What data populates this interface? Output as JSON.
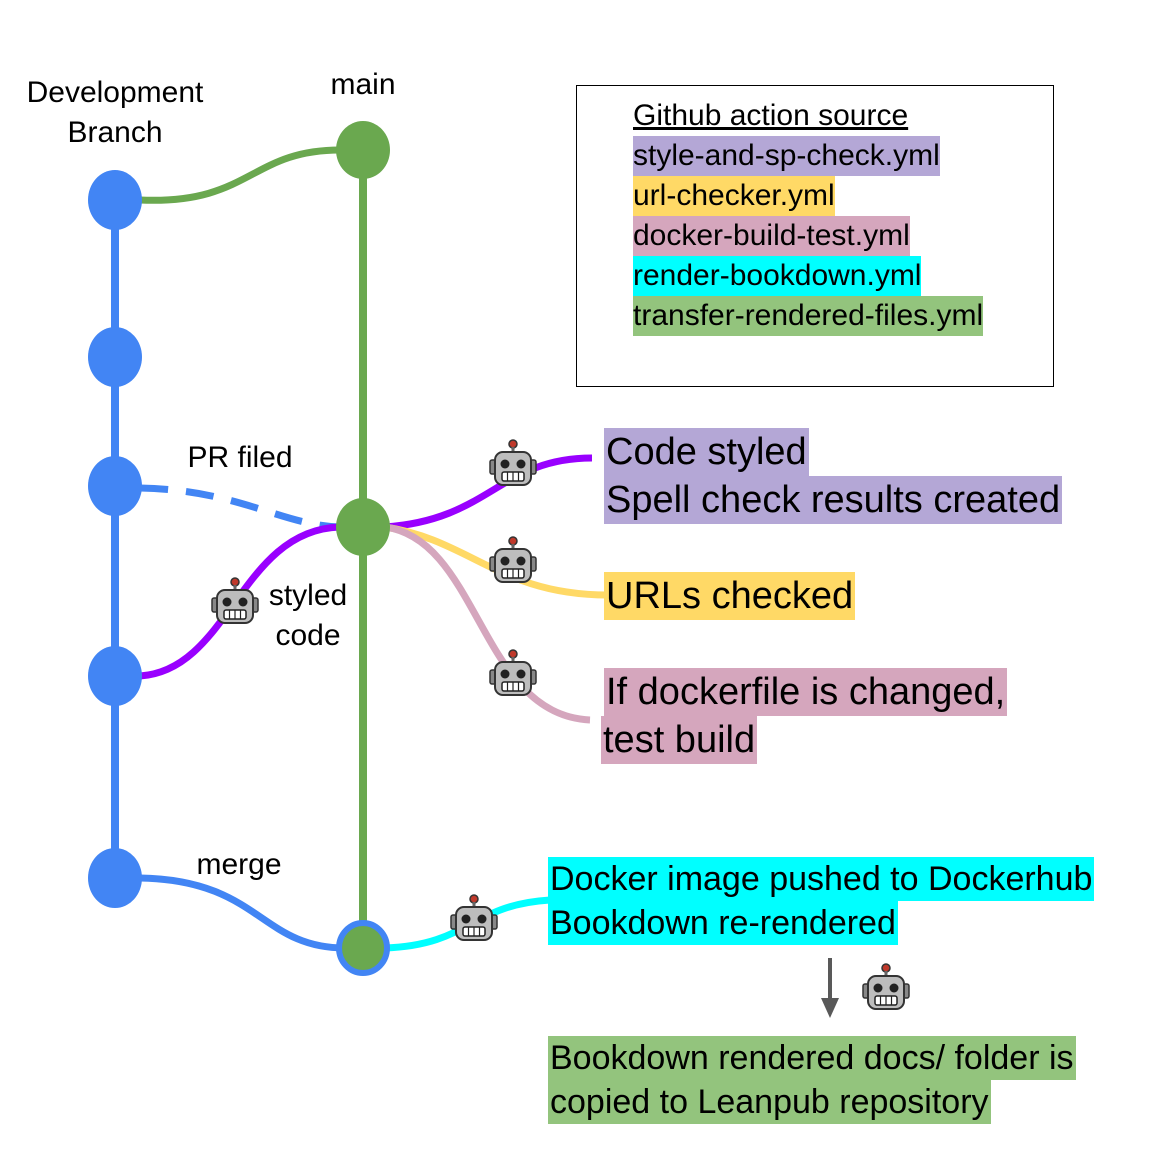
{
  "labels": {
    "development_branch_line1": "Development",
    "development_branch_line2": "Branch",
    "main": "main",
    "pr_filed": "PR filed",
    "styled_line1": "styled",
    "styled_line2": "code",
    "merge": "merge"
  },
  "legend": {
    "title": "Github action source",
    "items": [
      {
        "text": "style-and-sp-check.yml",
        "color": "#b4a7d6"
      },
      {
        "text": "url-checker.yml",
        "color": "#ffd966"
      },
      {
        "text": "docker-build-test.yml",
        "color": "#d5a6bd"
      },
      {
        "text": "render-bookdown.yml",
        "color": "#00ffff"
      },
      {
        "text": "transfer-rendered-files.yml",
        "color": "#93c47d"
      }
    ]
  },
  "results": {
    "code_styled": "Code styled",
    "spell_check": "Spell check results created",
    "urls_checked": "URLs checked",
    "docker_line1": "If dockerfile is changed,",
    "docker_line2": "test build",
    "dockerhub_line1": "Docker image pushed to Dockerhub",
    "dockerhub_line2": "Bookdown re-rendered",
    "leanpub_line1": "Bookdown rendered docs/ folder is",
    "leanpub_line2": "copied to Leanpub repository"
  },
  "colors": {
    "branch_blue": "#4285f4",
    "main_green": "#6aa84f",
    "purple": "#9900ff",
    "yellow": "#ffd966",
    "pink": "#d5a6bd",
    "cyan": "#00ffff",
    "green_fill": "#93c47d",
    "lavender": "#b4a7d6",
    "arrow_gray": "#595959"
  },
  "icons": [
    "robot-icon"
  ]
}
